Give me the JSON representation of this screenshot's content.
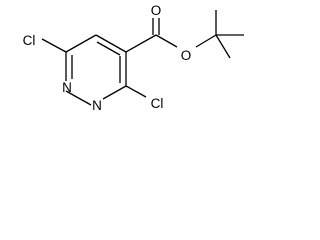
{
  "molecule": {
    "atoms": {
      "cl_left": "Cl",
      "n_upper": "N",
      "n_lower": "N",
      "cl_right": "Cl",
      "o_carbonyl": "O",
      "o_ester": "O"
    }
  },
  "colors": {
    "bond": "#000000",
    "label": "#000000",
    "background": "#ffffff"
  }
}
